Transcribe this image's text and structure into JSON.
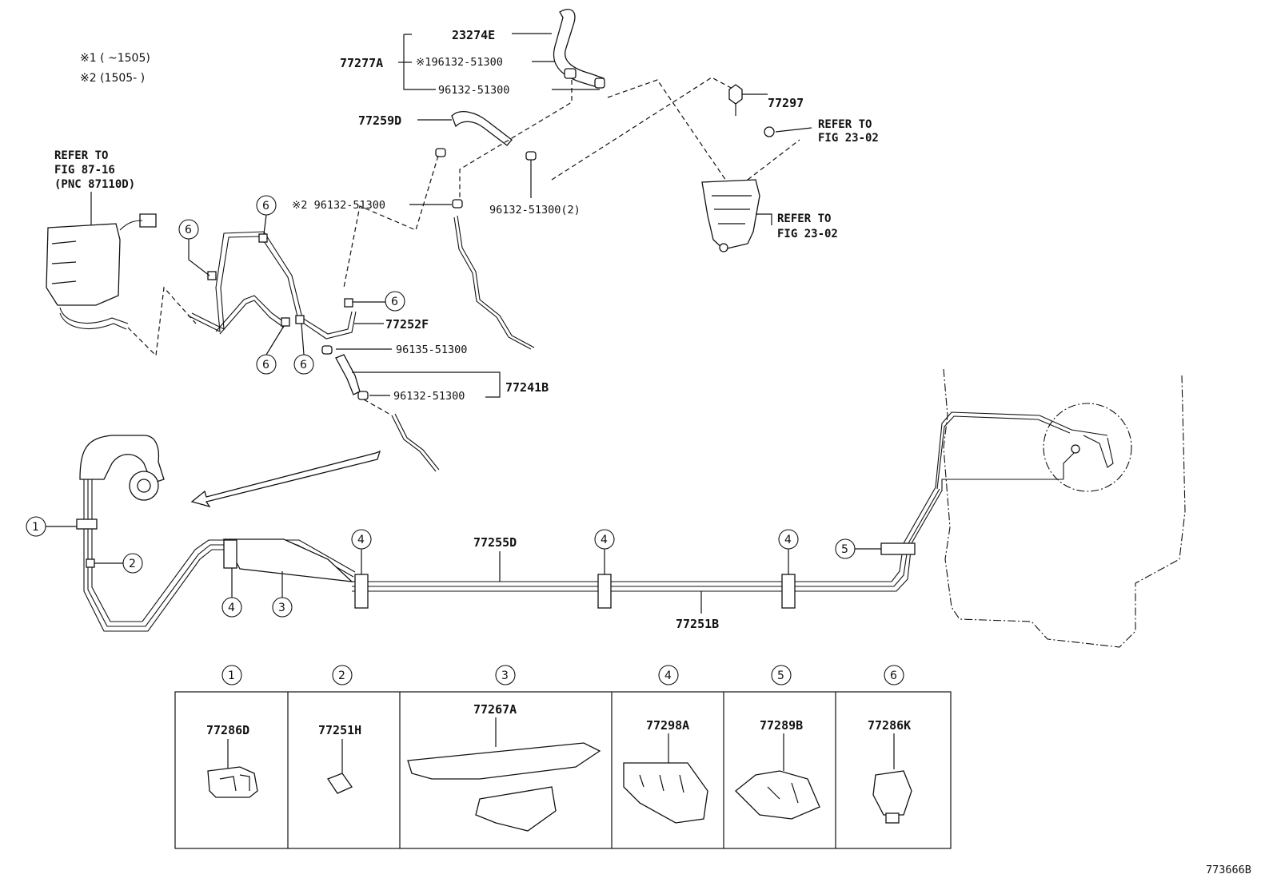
{
  "notes": {
    "n1": "※1 (      ~1505)",
    "n2": "※2 (1505-      )"
  },
  "parts": {
    "p23274E": "23274E",
    "p77277A": "77277A",
    "c1_96132": "※196132-51300",
    "c_96132a": "96132-51300",
    "p77259D": "77259D",
    "p77297": "77297",
    "ref2302a_1": "REFER TO",
    "ref2302a_2": "FIG 23-02",
    "ref8716_1": "REFER TO",
    "ref8716_2": "FIG 87-16",
    "ref8716_3": "(PNC 87110D)",
    "c2_96132": "※2 96132-51300",
    "c_96132_2": "96132-51300(2)",
    "ref2302b_1": "REFER TO",
    "ref2302b_2": "FIG 23-02",
    "p77252F": "77252F",
    "c_96135": "96135-51300",
    "c_96132b": "96132-51300",
    "p77241B": "77241B",
    "p77255D": "77255D",
    "p77251B": "77251B"
  },
  "callouts": {
    "c1": "1",
    "c2": "2",
    "c3": "3",
    "c4": "4",
    "c5": "5",
    "c6": "6"
  },
  "table": {
    "headers": [
      "1",
      "2",
      "3",
      "4",
      "5",
      "6"
    ],
    "cells": [
      "77286D",
      "77251H",
      "77267A",
      "77298A",
      "77289B",
      "77286K"
    ]
  },
  "figure_id": "773666B"
}
